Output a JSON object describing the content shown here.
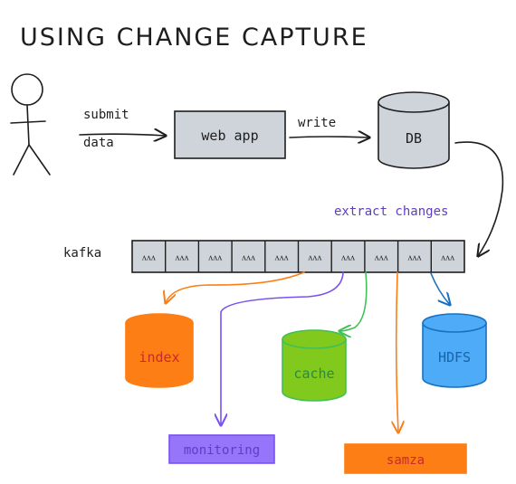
{
  "title": "USING CHANGE CAPTURE",
  "labels": {
    "submit": "submit",
    "data": "data",
    "write": "write",
    "extract": "extract changes",
    "kafka": "kafka"
  },
  "nodes": {
    "web_app": "web app",
    "db": "DB",
    "index": "index",
    "cache": "cache",
    "hdfs": "HDFS",
    "monitoring": "monitoring",
    "samza": "samza"
  },
  "kafka_cells": [
    "ᴧᴧᴧ",
    "ᴧᴧᴧ",
    "ᴧᴧᴧ",
    "ᴧᴧᴧ",
    "ᴧᴧᴧ",
    "ᴧᴧᴧ",
    "ᴧᴧᴧ",
    "ᴧᴧᴧ",
    "ᴧᴧᴧ",
    "ᴧᴧᴧ"
  ],
  "colors": {
    "ink": "#1e1e1e",
    "box_fill": "#ced4da",
    "orange": "#fd7e14",
    "orange_text": "#c92a2a",
    "green": "#82c91e",
    "green_text": "#2b8a3e",
    "blue": "#4dabf7",
    "blue_text": "#1864ab",
    "purple": "#7950f2",
    "purple_text": "#5f3dc4",
    "samza_fill": "#fd7e14",
    "samza_text": "#c92a2a"
  }
}
